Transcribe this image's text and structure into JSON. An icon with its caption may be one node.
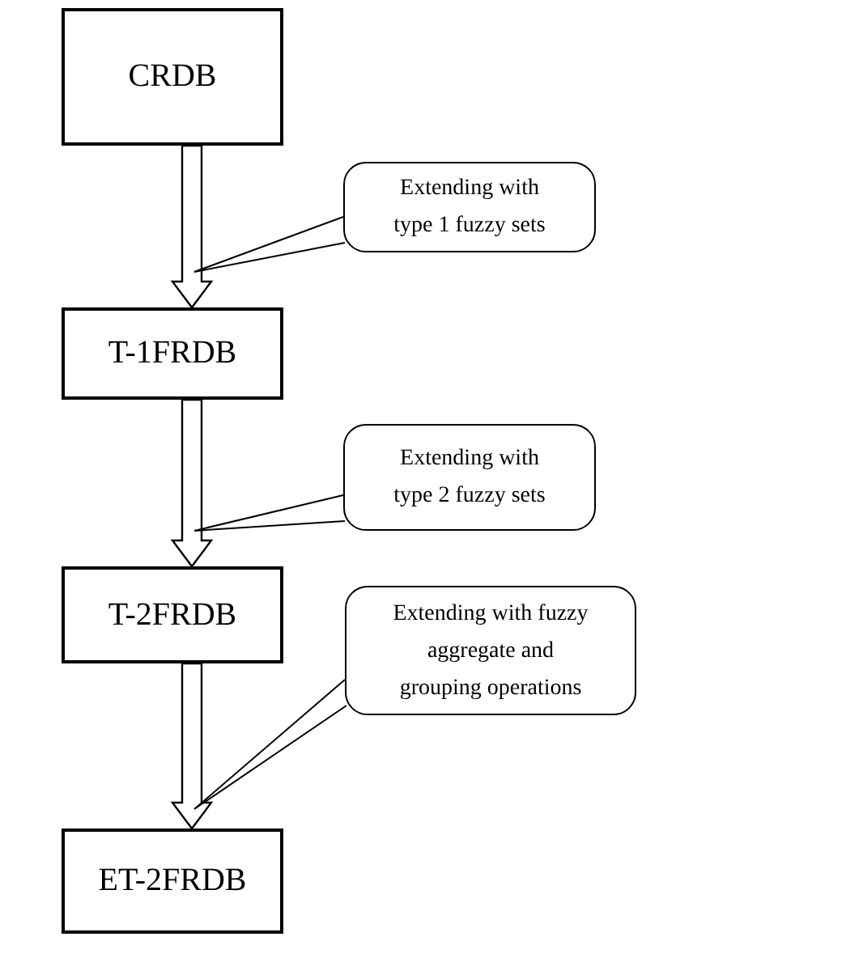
{
  "diagram": {
    "nodes": [
      {
        "text": [
          "CRDB"
        ]
      },
      {
        "text": [
          "Extending with type 1 fuzzy sets"
        ]
      },
      {
        "text": [
          "T-1FRDB"
        ]
      },
      {
        "text": [
          "Extending with type 2 fuzzy sets"
        ]
      },
      {
        "text": [
          "T-2FRDB"
        ]
      },
      {
        "text": [
          "Extending with fuzzy aggregate and grouping operations"
        ]
      },
      {
        "text": [
          "ET-2FRDB"
        ]
      }
    ],
    "edges": [
      {
        "from": 0,
        "to": 2,
        "arrow": "to"
      },
      {
        "from": 2,
        "to": 4,
        "arrow": "to"
      },
      {
        "from": 4,
        "to": 6,
        "arrow": "to"
      },
      {
        "from": 1,
        "to": null,
        "arrow": "none"
      },
      {
        "from": 3,
        "to": null,
        "arrow": "none"
      },
      {
        "from": 5,
        "to": null,
        "arrow": "none"
      }
    ]
  }
}
